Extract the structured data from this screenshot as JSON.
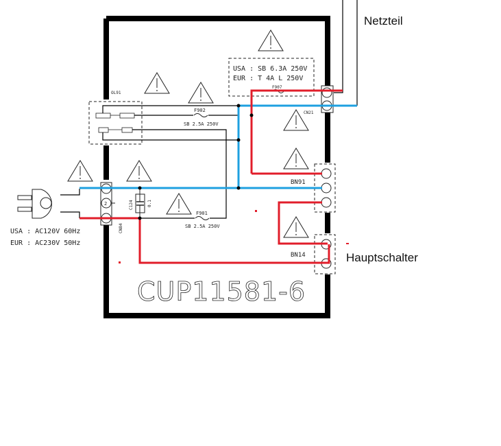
{
  "diagram": {
    "board_label": "CUP11581-6",
    "annotations": {
      "power_supply": "Netzteil",
      "main_switch": "Hauptschalter"
    },
    "main_fuse_spec": {
      "usa": "USA : SB 6.3A 250V",
      "eur": "EUR : T 4A L 250V",
      "fuse_id": "F907"
    },
    "components": {
      "ol91": "OL91",
      "f902": "F902",
      "f902_spec": "SB 2.5A 250V",
      "f901": "F901",
      "f901_spec": "SB 2.5A 250V",
      "c124": "C124",
      "c124_value": "0.1",
      "cn84": "CN84",
      "cn84_pin": "2",
      "cn21": "CN21",
      "bn91": "BN91",
      "bn14": "BN14"
    },
    "input_spec": {
      "usa": "USA : AC120V 60Hz",
      "eur": "EUR : AC230V 50Hz"
    },
    "wire_colors": {
      "live": "#e11d2a",
      "neutral": "#1ea0e0"
    }
  }
}
